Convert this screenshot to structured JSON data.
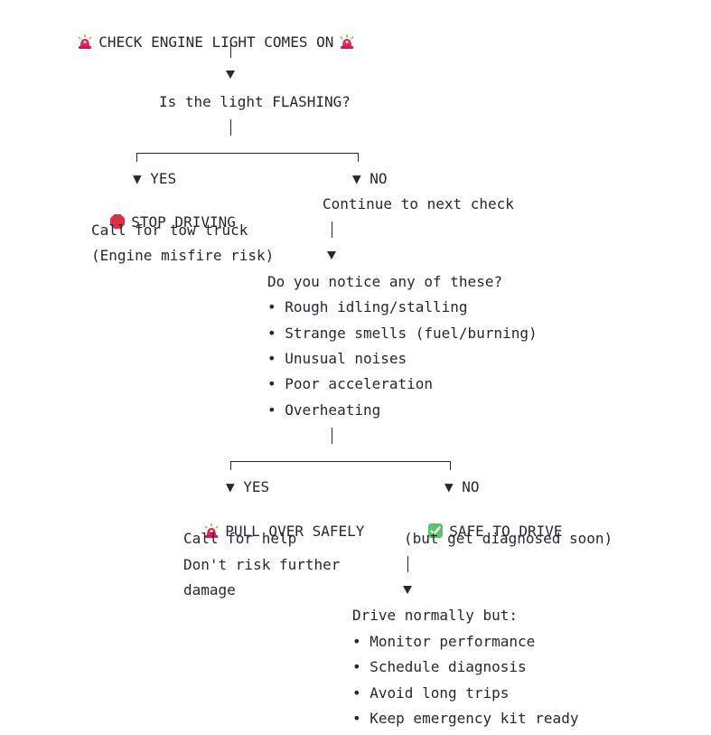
{
  "start": {
    "label": "CHECK ENGINE LIGHT COMES ON",
    "icon": "siren-icon"
  },
  "q1": {
    "question": "Is the light FLASHING?"
  },
  "q1_yes": {
    "branch": "▼ YES",
    "icon": "red-circle-icon",
    "action": "STOP DRIVING",
    "lines": [
      "Call for tow truck",
      "(Engine misfire risk)"
    ]
  },
  "q1_no": {
    "branch": "▼ NO",
    "action": "Continue to next check"
  },
  "q2": {
    "question": "Do you notice any of these?",
    "items": [
      "• Rough idling/stalling",
      "• Strange smells (fuel/burning)",
      "• Unusual noises",
      "• Poor acceleration",
      "• Overheating"
    ]
  },
  "q2_yes": {
    "branch": "▼ YES",
    "icon": "siren-icon",
    "action": "PULL OVER SAFELY",
    "lines": [
      "Call for help",
      "Don't risk further",
      "damage"
    ]
  },
  "q2_no": {
    "branch": "▼ NO",
    "icon": "check-mark-icon",
    "action": "SAFE TO DRIVE",
    "lines": [
      "(but get diagnosed soon)"
    ]
  },
  "final": {
    "heading": "Drive normally but:",
    "items": [
      "• Monitor performance",
      "• Schedule diagnosis",
      "• Avoid long trips",
      "• Keep emergency kit ready"
    ]
  },
  "colors": {
    "text": "#24292f",
    "siren": "#e0245e",
    "stop": "#dd2e44",
    "check": "#5ec26a"
  }
}
